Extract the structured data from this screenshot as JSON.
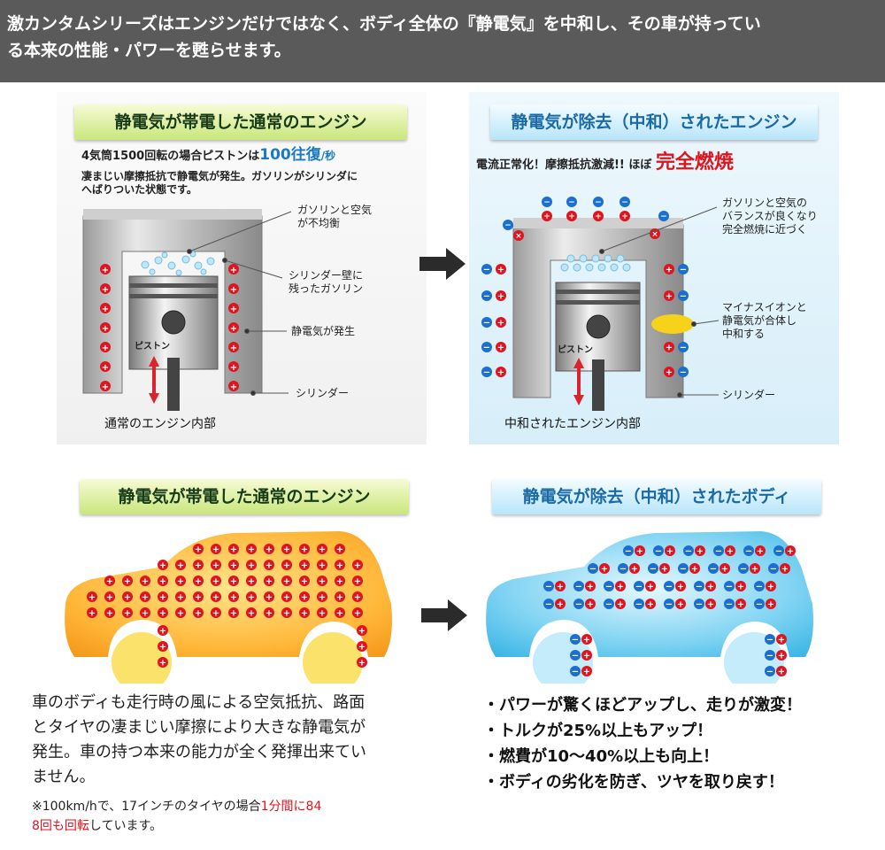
{
  "header": {
    "line1": "激カンタムシリーズはエンジンだけではなく、ボディ全体の『静電気』を中和し、その車が持ってい",
    "line2": "る本来の性能・パワーを甦らせます。"
  },
  "engine_left": {
    "title": "静電気が帯電した通常のエンジン",
    "desc1_pre": "4気筒1500回転の場合ピストンは",
    "desc1_em": "100往復",
    "desc1_suf": "/秒",
    "desc2": "凄まじい摩擦抵抗で静電気が発生。ガソリンがシリンダに",
    "desc3": "へばりついた状態です。",
    "label1a": "ガソリンと空気",
    "label1b": "が不均衡",
    "label2a": "シリンダー壁に",
    "label2b": "残ったガソリン",
    "label3": "静電気が発生",
    "label4": "シリンダー",
    "piston": "ピストン",
    "caption": "通常のエンジン内部"
  },
  "engine_right": {
    "title": "静電気が除去（中和）されたエンジン",
    "desc_pre": "電流正常化！摩擦抵抗激減!!  ほぼ",
    "desc_em": "完全燃焼",
    "label1a": "ガソリンと空気の",
    "label1b": "バランスが良くなり",
    "label1c": "完全燃焼に近づく",
    "label2a": "マイナスイオンと",
    "label2b": "静電気が合体し",
    "label2c": "中和する",
    "label3": "シリンダー",
    "piston": "ピストン",
    "caption": "中和されたエンジン内部"
  },
  "body_left": {
    "title": "静電気が帯電した通常のエンジン"
  },
  "body_right": {
    "title": "静電気が除去（中和）されたボディ"
  },
  "bottom_left": {
    "p1": "車のボディも走行時の風による空気抵抗、路面",
    "p2": "とタイヤの凄まじい摩擦により大きな静電気が",
    "p3": "発生。車の持つ本来の能力が全く発揮出来てい",
    "p4": "ません。",
    "note_pre": "※100km/hで、17インチのタイヤの場合",
    "note_red1": "1分間に84",
    "note_red2": "8回も回転",
    "note_suf": "しています。"
  },
  "bullets": [
    "・パワーが驚くほどアップし、走りが激変！",
    "・トルクが25%以上もアップ！",
    "・燃費が10～40%以上も向上！",
    "・ボディの劣化を防ぎ、ツヤを取り戻す！"
  ],
  "colors": {
    "plus": "#e0141e",
    "minus": "#1a6fd0",
    "header_bg": "#5a5a5a"
  }
}
